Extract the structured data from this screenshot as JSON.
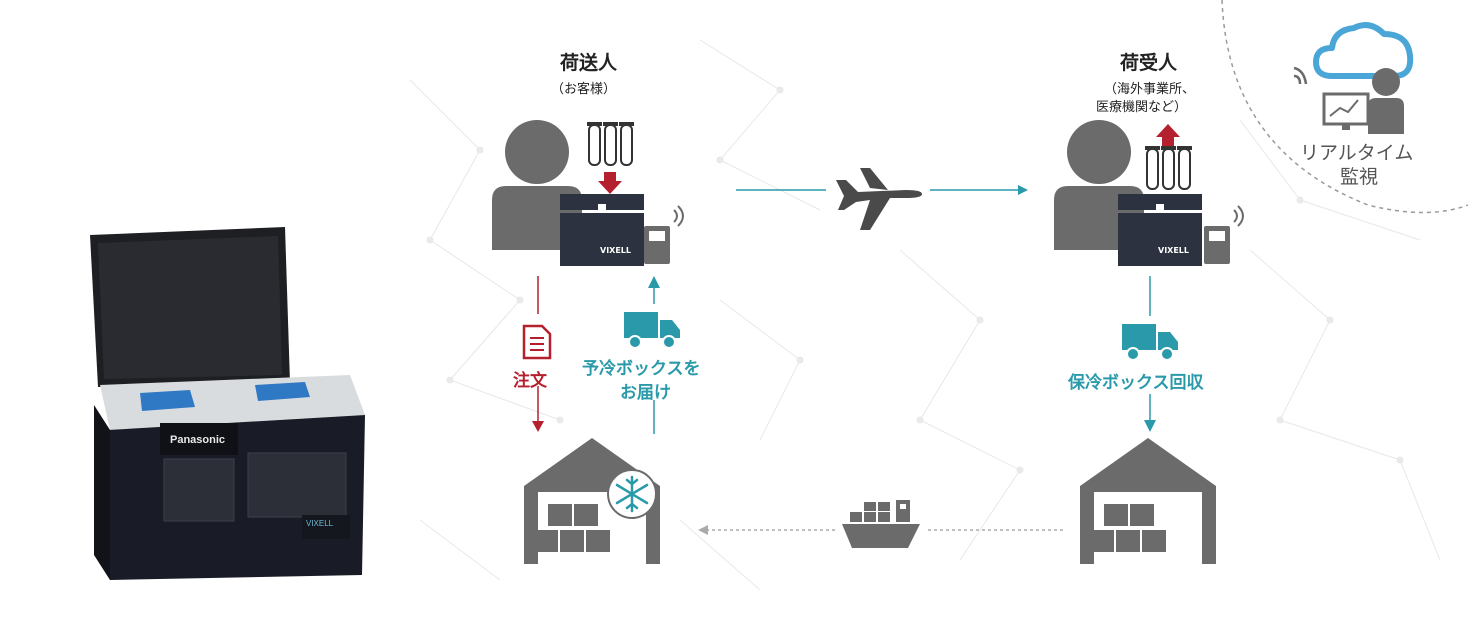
{
  "sender": {
    "title": "荷送人",
    "subtitle": "（お客様）"
  },
  "receiver": {
    "title": "荷受人",
    "subtitle_line1": "（海外事業所、",
    "subtitle_line2": "医療機関など）"
  },
  "monitor": {
    "line1": "リアルタイム",
    "line2": "監視"
  },
  "steps": {
    "order": "注文",
    "deliver_line1": "予冷ボックスを",
    "deliver_line2": "お届け",
    "collect": "保冷ボックス回収"
  },
  "brand": {
    "device_brand": "Panasonic",
    "box_brand": "VIXELL"
  },
  "colors": {
    "accent_teal": "#2a9aab",
    "accent_red": "#b5202f",
    "person_gray": "#6b6b6b",
    "box_dark": "#2d3240",
    "cloud_blue": "#4aa6d6"
  },
  "icons": [
    "person-icon",
    "test-tubes-icon",
    "cooler-box-icon",
    "data-logger-icon",
    "airplane-icon",
    "truck-icon",
    "document-icon",
    "warehouse-icon",
    "snowflake-icon",
    "ship-icon",
    "cloud-icon",
    "monitor-icon",
    "wifi-icon"
  ]
}
